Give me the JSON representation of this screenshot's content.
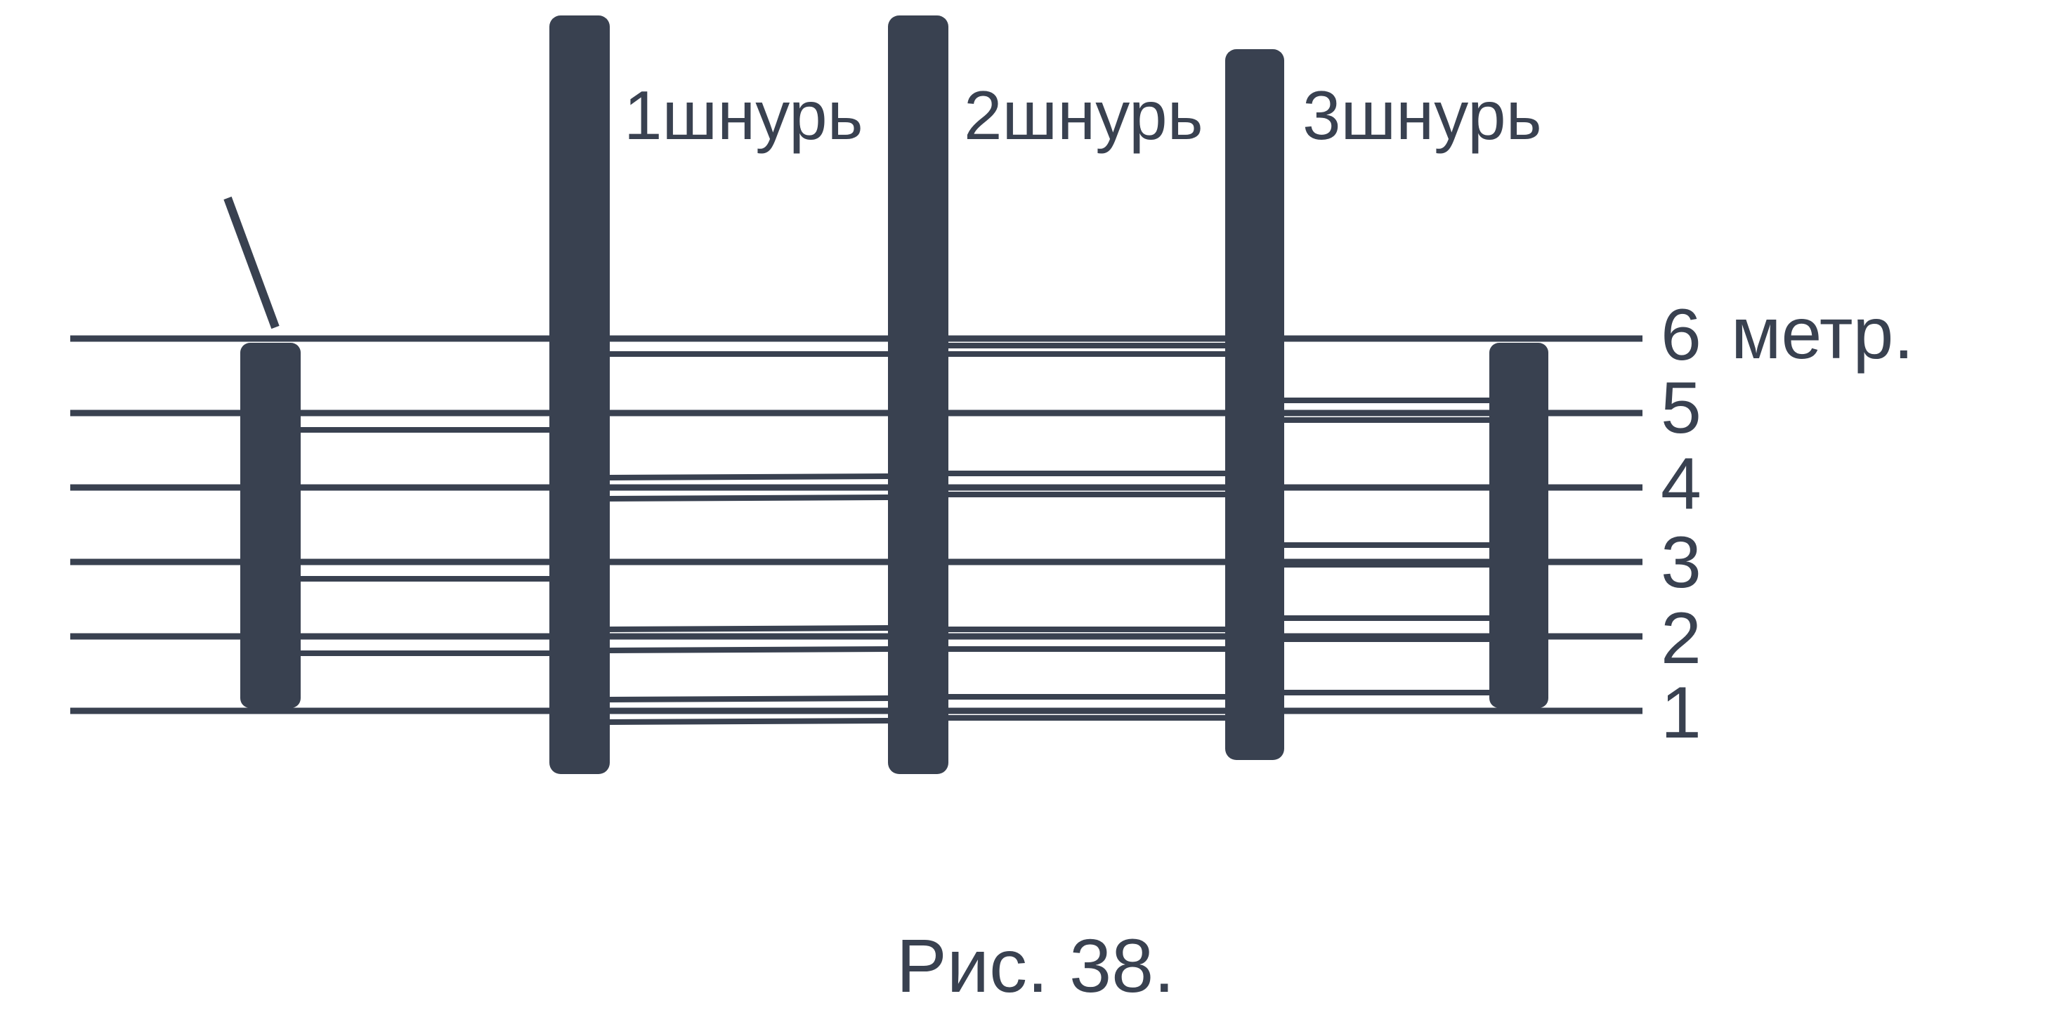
{
  "figure": {
    "caption": "Рис. 38.",
    "cord_labels": [
      "1шнурь",
      "2шнурь",
      "3шнурь"
    ],
    "height_labels": [
      "6",
      "5",
      "4",
      "3",
      "2",
      "1"
    ],
    "unit_label": "метр.",
    "colors": {
      "ink": "#394150",
      "background": "#ffffff"
    }
  }
}
